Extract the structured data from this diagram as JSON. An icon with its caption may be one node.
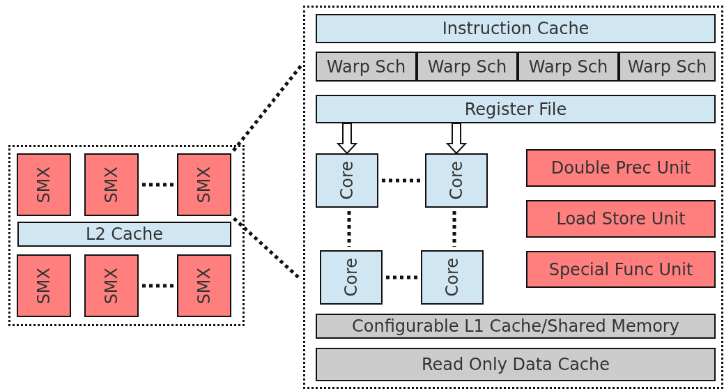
{
  "diagram": {
    "nodes": [
      {
        "text": [],
        "shape": "box"
      },
      {
        "text": [
          "SMX"
        ],
        "in": 0
      },
      {
        "text": [
          "SMX"
        ],
        "in": 0
      },
      {
        "text": [
          "SMX"
        ],
        "in": 0
      },
      {
        "text": [
          "L2 Cache"
        ],
        "in": 0
      },
      {
        "text": [
          "SMX"
        ],
        "in": 0
      },
      {
        "text": [
          "SMX"
        ],
        "in": 0
      },
      {
        "text": [
          "SMX"
        ],
        "in": 0
      },
      {
        "text": [],
        "shape": "box"
      },
      {
        "text": [
          "Instruction Cache"
        ],
        "in": 8
      },
      {
        "text": [
          "Warp Sch"
        ],
        "in": 8
      },
      {
        "text": [
          "Warp Sch"
        ],
        "in": 8
      },
      {
        "text": [
          "Warp Sch"
        ],
        "in": 8
      },
      {
        "text": [
          "Warp Sch"
        ],
        "in": 8
      },
      {
        "text": [
          "Register File"
        ],
        "in": 8
      },
      {
        "text": [
          "Core"
        ],
        "in": 8
      },
      {
        "text": [
          "Core"
        ],
        "in": 8
      },
      {
        "text": [
          "Double Prec Unit"
        ],
        "in": 8
      },
      {
        "text": [
          "Load Store Unit"
        ],
        "in": 8
      },
      {
        "text": [
          "Core"
        ],
        "in": 8
      },
      {
        "text": [
          "Core"
        ],
        "in": 8
      },
      {
        "text": [
          "Special Func Unit"
        ],
        "in": 8
      },
      {
        "text": [
          "Configurable L1 Cache/Shared Memory"
        ],
        "in": 8
      },
      {
        "text": [
          "Read Only Data Cache"
        ],
        "in": 8
      }
    ],
    "edges": [
      {
        "from": 2,
        "to": 3,
        "arrow": "none",
        "style": "dashed"
      },
      {
        "from": 6,
        "to": 7,
        "arrow": "none",
        "style": "dashed"
      },
      {
        "from": 3,
        "to": 8,
        "arrow": "none",
        "style": "dashed"
      },
      {
        "from": 3,
        "to": 8,
        "arrow": "none",
        "style": "dashed"
      },
      {
        "from": 14,
        "to": 15,
        "arrow": "to",
        "style": "thick"
      },
      {
        "from": 14,
        "to": 16,
        "arrow": "to",
        "style": "thick"
      },
      {
        "from": 15,
        "to": 16,
        "arrow": "none",
        "style": "dashed"
      },
      {
        "from": 15,
        "to": 19,
        "arrow": "none",
        "style": "dashed"
      },
      {
        "from": 16,
        "to": 20,
        "arrow": "none",
        "style": "dashed"
      },
      {
        "from": 19,
        "to": 20,
        "arrow": "none",
        "style": "dashed"
      }
    ]
  }
}
